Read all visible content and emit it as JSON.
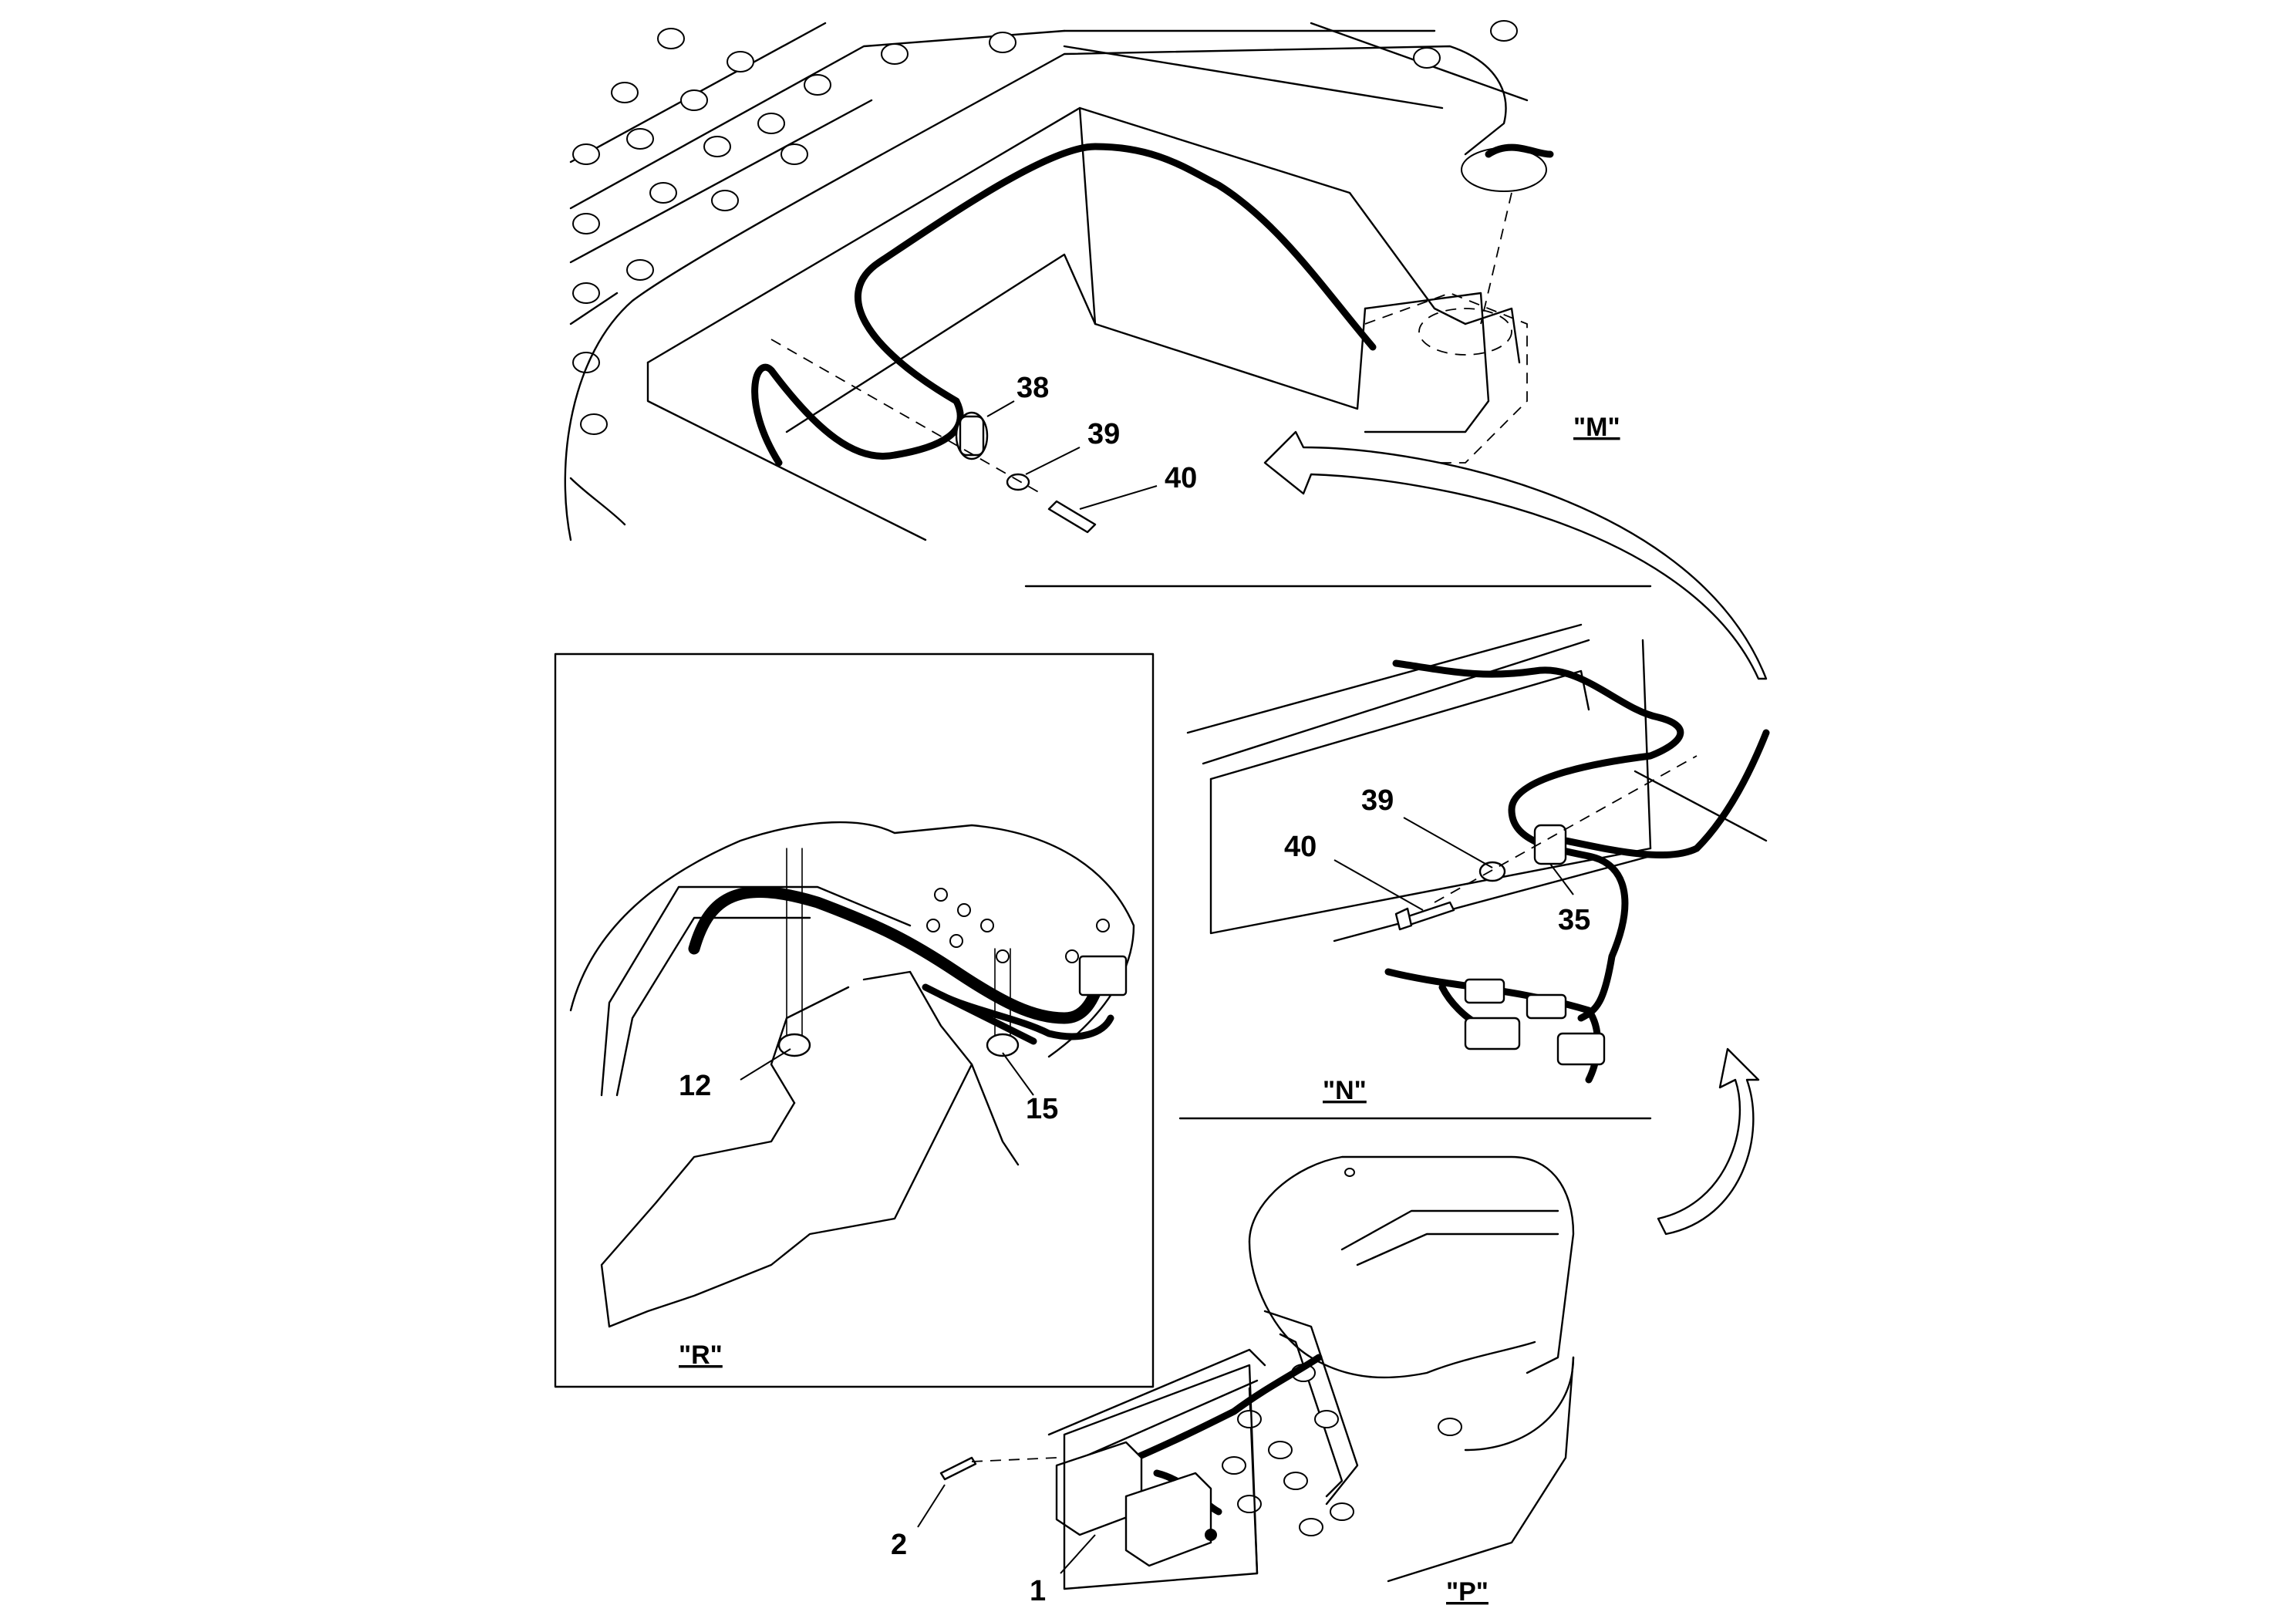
{
  "views": {
    "m": "\"M\"",
    "n": "\"N\"",
    "p": "\"P\"",
    "r": "\"R\""
  },
  "callouts": {
    "c38": "38",
    "c39_m": "39",
    "c40_m": "40",
    "c39_n": "39",
    "c40_n": "40",
    "c35": "35",
    "c12": "12",
    "c15": "15",
    "c2": "2",
    "c1": "1"
  }
}
